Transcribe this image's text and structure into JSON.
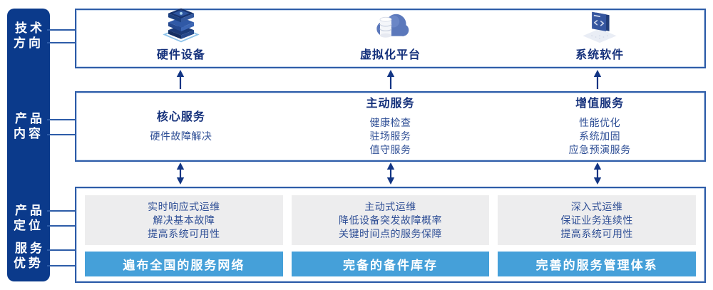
{
  "sidebar": {
    "items": [
      {
        "label": "技术\n方向"
      },
      {
        "label": "产品\n内容"
      },
      {
        "label": "产品\n定位"
      },
      {
        "label": "服务\n优势"
      }
    ]
  },
  "tech_row": {
    "items": [
      {
        "icon": "server-stack-icon",
        "label": "硬件设备"
      },
      {
        "icon": "cloud-database-icon",
        "label": "虚拟化平台"
      },
      {
        "icon": "code-window-icon",
        "label": "系统软件"
      }
    ]
  },
  "content_row": {
    "columns": [
      {
        "title": "核心服务",
        "items": [
          "硬件故障解决"
        ]
      },
      {
        "title": "主动服务",
        "items": [
          "健康检查",
          "驻场服务",
          "值守服务"
        ]
      },
      {
        "title": "增值服务",
        "items": [
          "性能优化",
          "系统加固",
          "应急预演服务"
        ]
      }
    ]
  },
  "position_row": {
    "columns": [
      {
        "points": [
          "实时响应式运维",
          "解决基本故障",
          "提高系统可用性"
        ],
        "advantage": "遍布全国的服务网络"
      },
      {
        "points": [
          "主动式运维",
          "降低设备突发故障概率",
          "关键时间点的服务保障"
        ],
        "advantage": "完备的备件库存"
      },
      {
        "points": [
          "深入式运维",
          "保证业务连续性",
          "提高系统可用性"
        ],
        "advantage": "完善的服务管理体系"
      }
    ]
  },
  "colors": {
    "sidebar_bg": "#0b3a8b",
    "box_border": "#2d5ca8",
    "heading_text": "#14307b",
    "body_text": "#2f4f96",
    "advantage_bar_bg": "#45a0d9",
    "panel_bg": "#ededee",
    "arrow": "#123584"
  }
}
